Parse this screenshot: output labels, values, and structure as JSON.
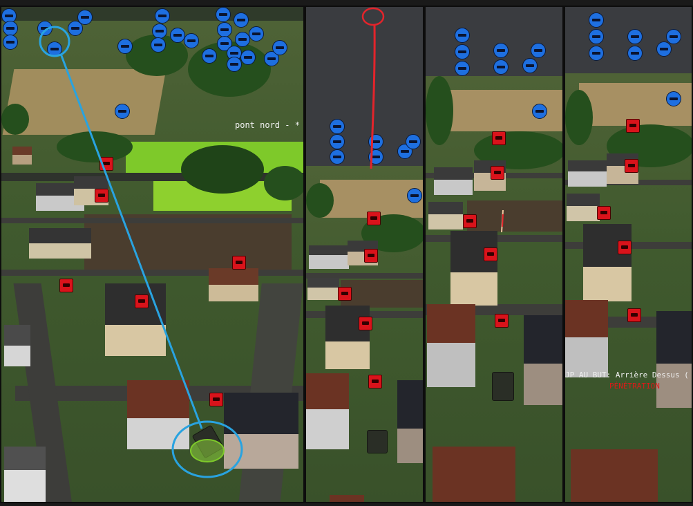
{
  "overlay": {
    "los_color": "#29a3e0",
    "shot_trace_color": "#e3242b",
    "friendly_color": "#1e6fe0",
    "enemy_color": "#d9131b"
  },
  "map": {
    "objective_label": "pont nord - *"
  },
  "combat": {
    "hit_text": "JP AU BUT: Arrière Dessus (",
    "result_text": "PÉNÉTRATION"
  },
  "icons": {
    "friendly_unit": "blue-circle-unit-icon",
    "enemy_unit": "red-square-unit-icon",
    "vehicle": "tank-icon"
  }
}
